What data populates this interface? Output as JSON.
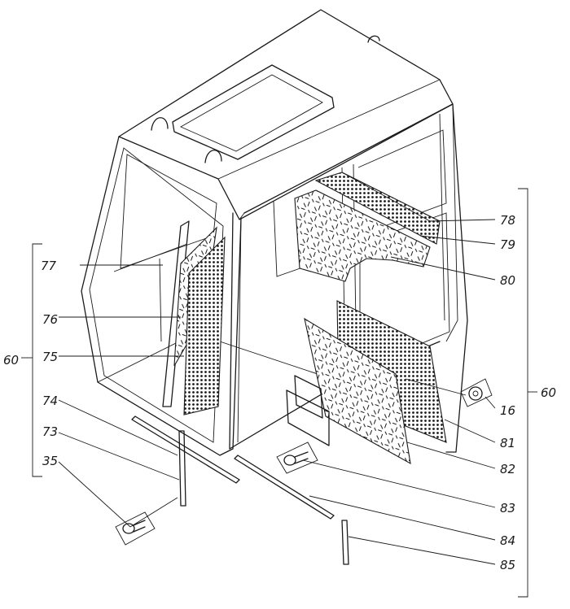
{
  "figure": {
    "labels": {
      "l16": "16",
      "l35": "35",
      "l60_left": "60",
      "l60_right": "60",
      "l73": "73",
      "l74": "74",
      "l75": "75",
      "l76": "76",
      "l77": "77",
      "l78": "78",
      "l79": "79",
      "l80": "80",
      "l81": "81",
      "l82": "82",
      "l83": "83",
      "l84": "84",
      "l85": "85"
    }
  }
}
